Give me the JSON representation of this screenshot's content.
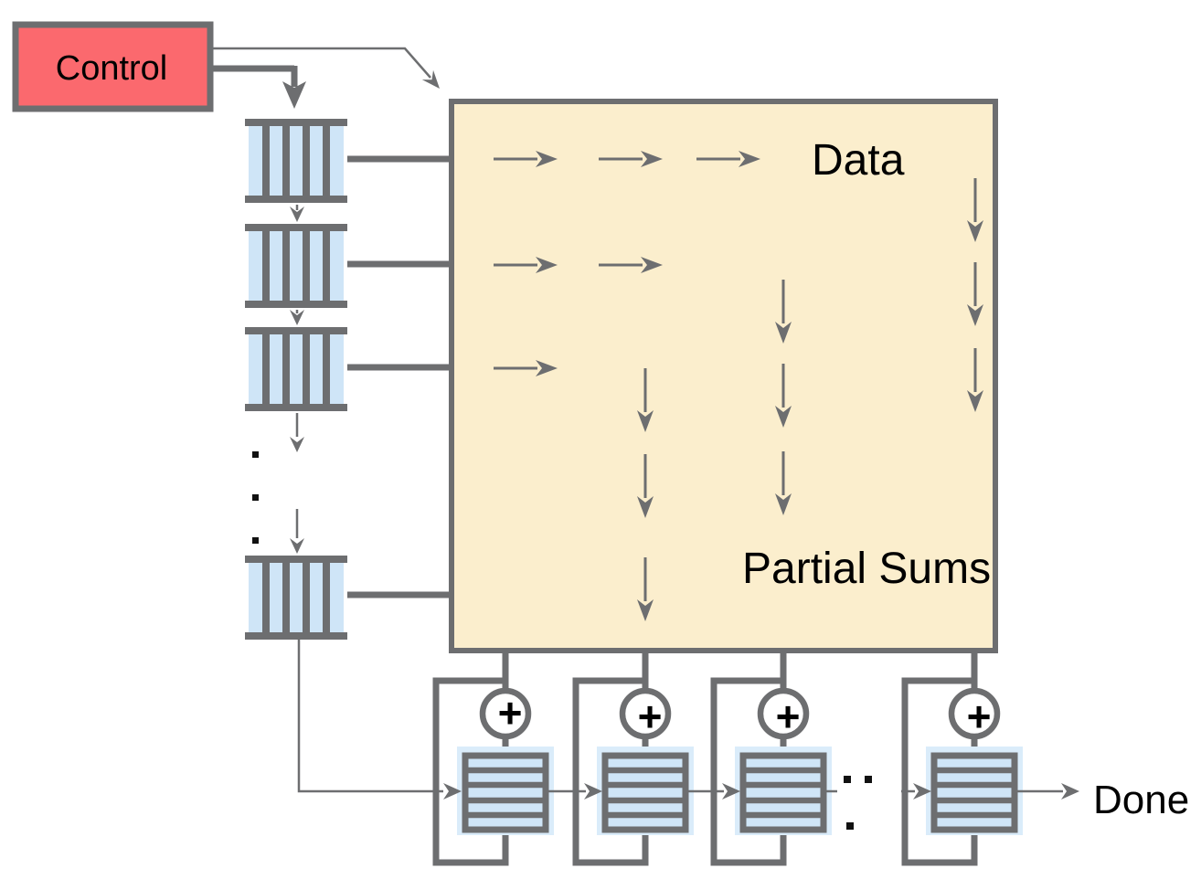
{
  "diagram": {
    "title_semantic": "systolic array dataflow diagram",
    "control_label": "Control",
    "data_label": "Data",
    "partial_sums_label": "Partial Sums",
    "done_label": "Done",
    "adder_symbol": "+",
    "input_queue_count": 4,
    "accumulator_count": 4,
    "queue_ellipsis_dots": 3,
    "accumulator_ellipsis_dots": 3
  },
  "colors": {
    "wire": "#6d6e70",
    "control-fill": "#fb696e",
    "array-fill": "#fbeecd",
    "queue-fill": "#cfe5f7",
    "glow-fill": "#daecfa",
    "adder-fill": "#ffffff",
    "text": "#000000",
    "dot": "#111111",
    "bg": "#ffffff"
  }
}
